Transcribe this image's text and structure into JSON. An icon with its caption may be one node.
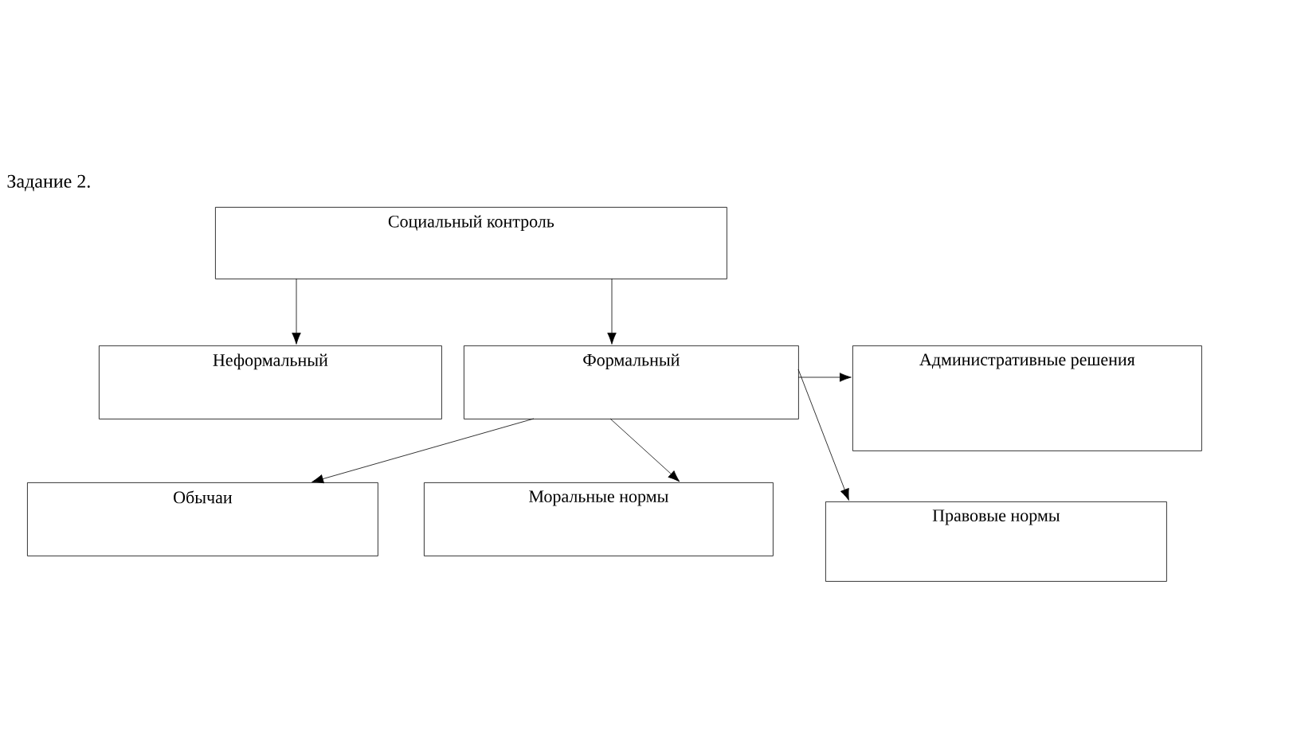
{
  "diagram": {
    "title": "Задание 2.",
    "nodes": [
      {
        "text": [
          "Социальный контроль"
        ]
      },
      {
        "text": [
          "Неформальный"
        ]
      },
      {
        "text": [
          "Формальный"
        ]
      },
      {
        "text": [
          "Административные решения"
        ]
      },
      {
        "text": [
          "Обычаи"
        ]
      },
      {
        "text": [
          "Моральные нормы"
        ]
      },
      {
        "text": [
          "Правовые нормы"
        ]
      }
    ],
    "edges": [
      {
        "from": 0,
        "to": 1,
        "arrow": "to"
      },
      {
        "from": 0,
        "to": 2,
        "arrow": "to"
      },
      {
        "from": 2,
        "to": 3,
        "arrow": "to"
      },
      {
        "from": 2,
        "to": 4,
        "arrow": "to"
      },
      {
        "from": 2,
        "to": 5,
        "arrow": "to"
      },
      {
        "from": 2,
        "to": 6,
        "arrow": "to"
      }
    ]
  }
}
